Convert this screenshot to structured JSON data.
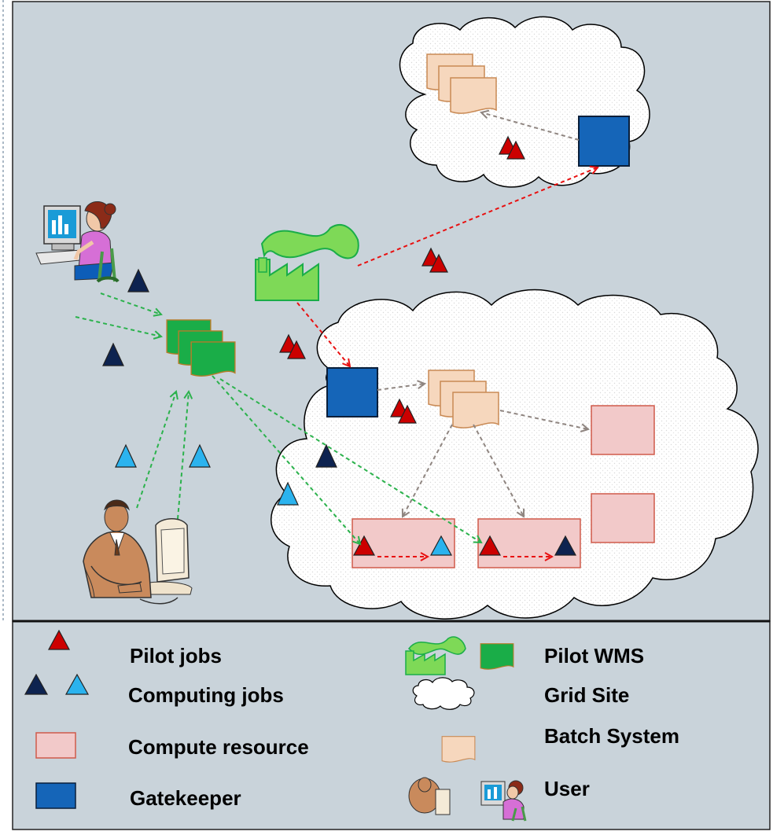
{
  "legend": {
    "pilot_jobs": "Pilot jobs",
    "computing_jobs": "Computing jobs",
    "compute_resource": "Compute resource",
    "gatekeeper": "Gatekeeper",
    "pilot_wms": "Pilot WMS",
    "grid_site": "Grid Site",
    "batch_system": "Batch System",
    "user": "User"
  },
  "colors": {
    "background": "#c9d3da",
    "pilot_job": "#cc0000",
    "computing_job_dark": "#0d2350",
    "computing_job_light": "#2bb3ee",
    "compute_resource_fill": "#f2c9c9",
    "compute_resource_stroke": "#d05a4a",
    "gatekeeper_fill": "#1565b8",
    "pilot_wms_fill": "#1aad48",
    "factory_fill": "#7ed957",
    "batch_fill": "#f6d7bd",
    "batch_stroke": "#c98a55",
    "green_arrow": "#2bb24c",
    "red_arrow": "#e81010",
    "gray_arrow": "#8f8580"
  },
  "icons": {
    "factory": "factory-icon",
    "woman_user": "woman-at-computer-icon",
    "man_user": "man-at-computer-icon",
    "cloud": "cloud-icon"
  }
}
